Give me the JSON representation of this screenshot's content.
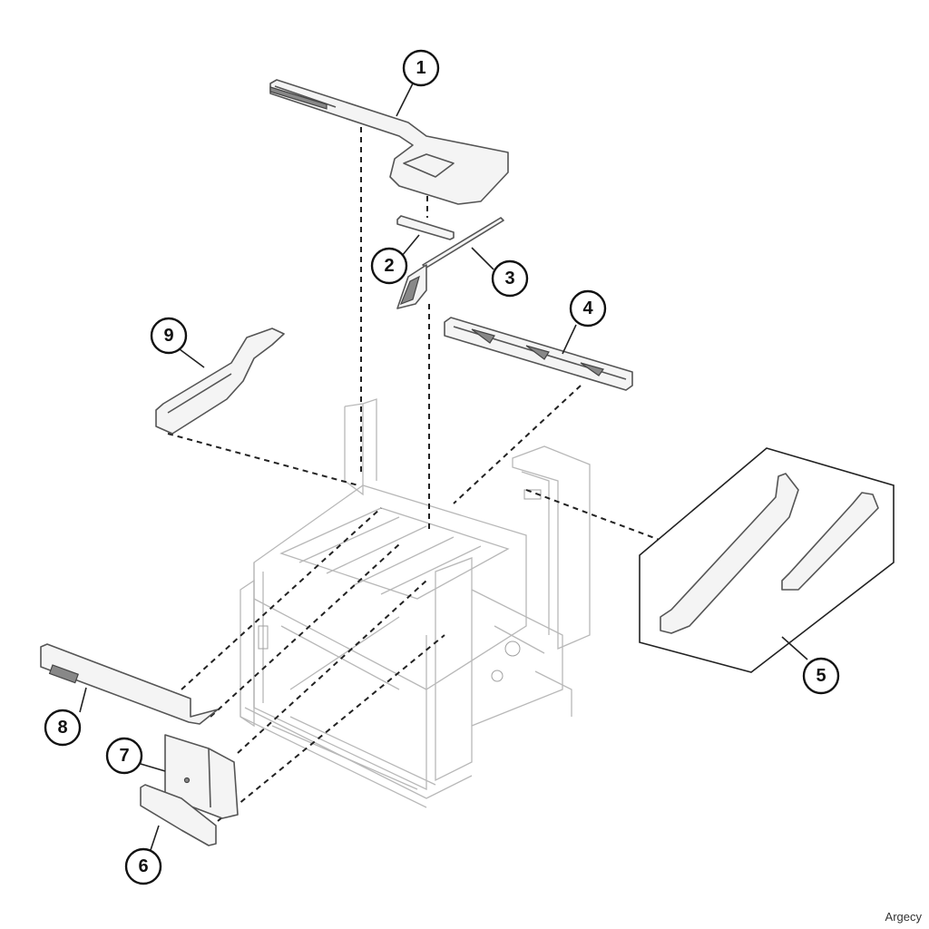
{
  "callouts": [
    {
      "id": "1",
      "label": "1"
    },
    {
      "id": "2",
      "label": "2"
    },
    {
      "id": "3",
      "label": "3"
    },
    {
      "id": "4",
      "label": "4"
    },
    {
      "id": "5",
      "label": "5"
    },
    {
      "id": "6",
      "label": "6"
    },
    {
      "id": "7",
      "label": "7"
    },
    {
      "id": "8",
      "label": "8"
    },
    {
      "id": "9",
      "label": "9"
    }
  ],
  "watermark": "Argecy"
}
